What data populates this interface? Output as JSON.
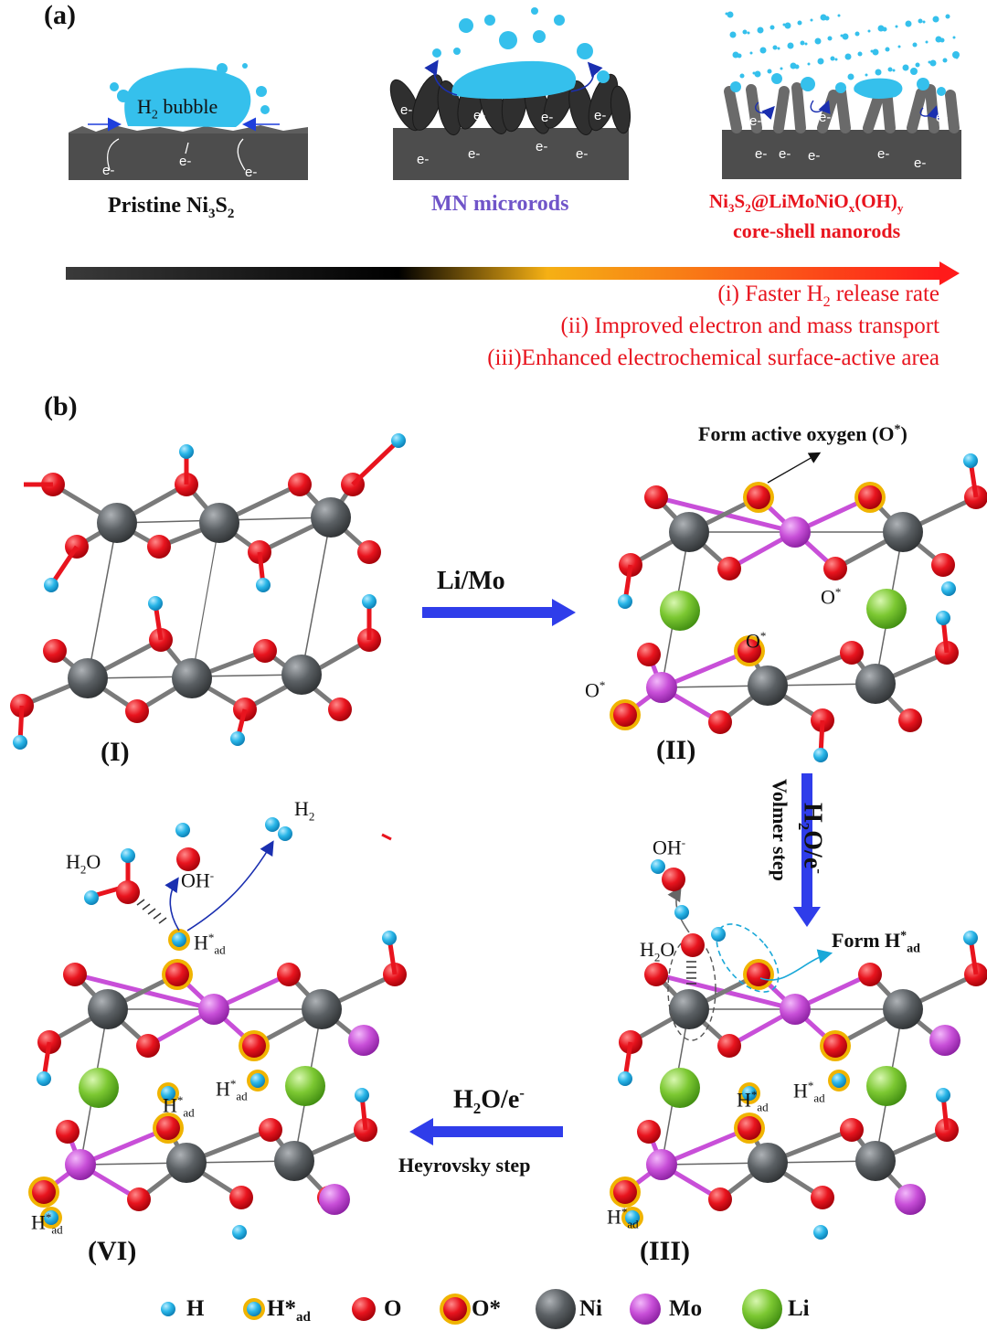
{
  "panel_a": {
    "label": "(a)",
    "pristine": {
      "bubble": "H",
      "bubble_sub": "2",
      "bubble_rest": " bubble",
      "caption": "Pristine  Ni",
      "cap_sub1": "3",
      "cap_s": "S",
      "cap_sub2": "2"
    },
    "microrods": {
      "caption": "MN microrods"
    },
    "core_shell": {
      "caption_line1_a": "Ni",
      "sub1": "3",
      "caption_line1_b": "S",
      "sub2": "2",
      "caption_line1_c": "@LiMoNiO",
      "sub3": "x",
      "caption_line1_d": "(OH)",
      "sub4": "y",
      "caption_line2": "core-shell nanorods"
    },
    "electron": "e-",
    "benefits": [
      {
        "pre": "(i)  Faster H",
        "sub": "2",
        "post": " release rate"
      },
      {
        "pre": "(ii) Improved  electron and mass transport",
        "sub": "",
        "post": ""
      },
      {
        "pre": "(iii)Enhanced electrochemical surface-active area",
        "sub": "",
        "post": ""
      }
    ]
  },
  "panel_b": {
    "label": "(b)",
    "structures": {
      "I": "(I)",
      "II": "(II)",
      "III": "(III)",
      "VI": "(VI)"
    },
    "arrow_1": "Li/Mo",
    "arrow_2_main": "H",
    "arrow_2_sub": "2",
    "arrow_2_rest": "O/e",
    "arrow_2_sup": "-",
    "arrow_2_side": "Volmer step",
    "arrow_3_main": "H",
    "arrow_3_sub": "2",
    "arrow_3_rest": "O/e",
    "arrow_3_sup": "-",
    "arrow_3_side": "Heyrovsky step",
    "form_active_oxygen": "Form active oxygen (O",
    "form_active_oxygen_sup": "*",
    "form_active_oxygen_end": ")",
    "o_star": "O",
    "star": "*",
    "form_h": "Form H",
    "h_ad": "H",
    "ad": "ad",
    "h2o": "H",
    "h2o_sub": "2",
    "h2o_rest": "O",
    "oh": "OH",
    "oh_sup": "-",
    "h2": "H",
    "h2_sub": "2"
  },
  "legend": [
    {
      "symbol": "H",
      "color": "#29b6e8"
    },
    {
      "symbol": "H*",
      "sub": "ad",
      "color": "#29b6e8",
      "ring": "#f0b400"
    },
    {
      "symbol": "O",
      "color": "#e8141e"
    },
    {
      "symbol": "O*",
      "color": "#e8141e",
      "ring": "#f0b400"
    },
    {
      "symbol": "Ni",
      "color": "#555a5e"
    },
    {
      "symbol": "Mo",
      "color": "#c84fd8"
    },
    {
      "symbol": "Li",
      "color": "#7cc832"
    }
  ]
}
